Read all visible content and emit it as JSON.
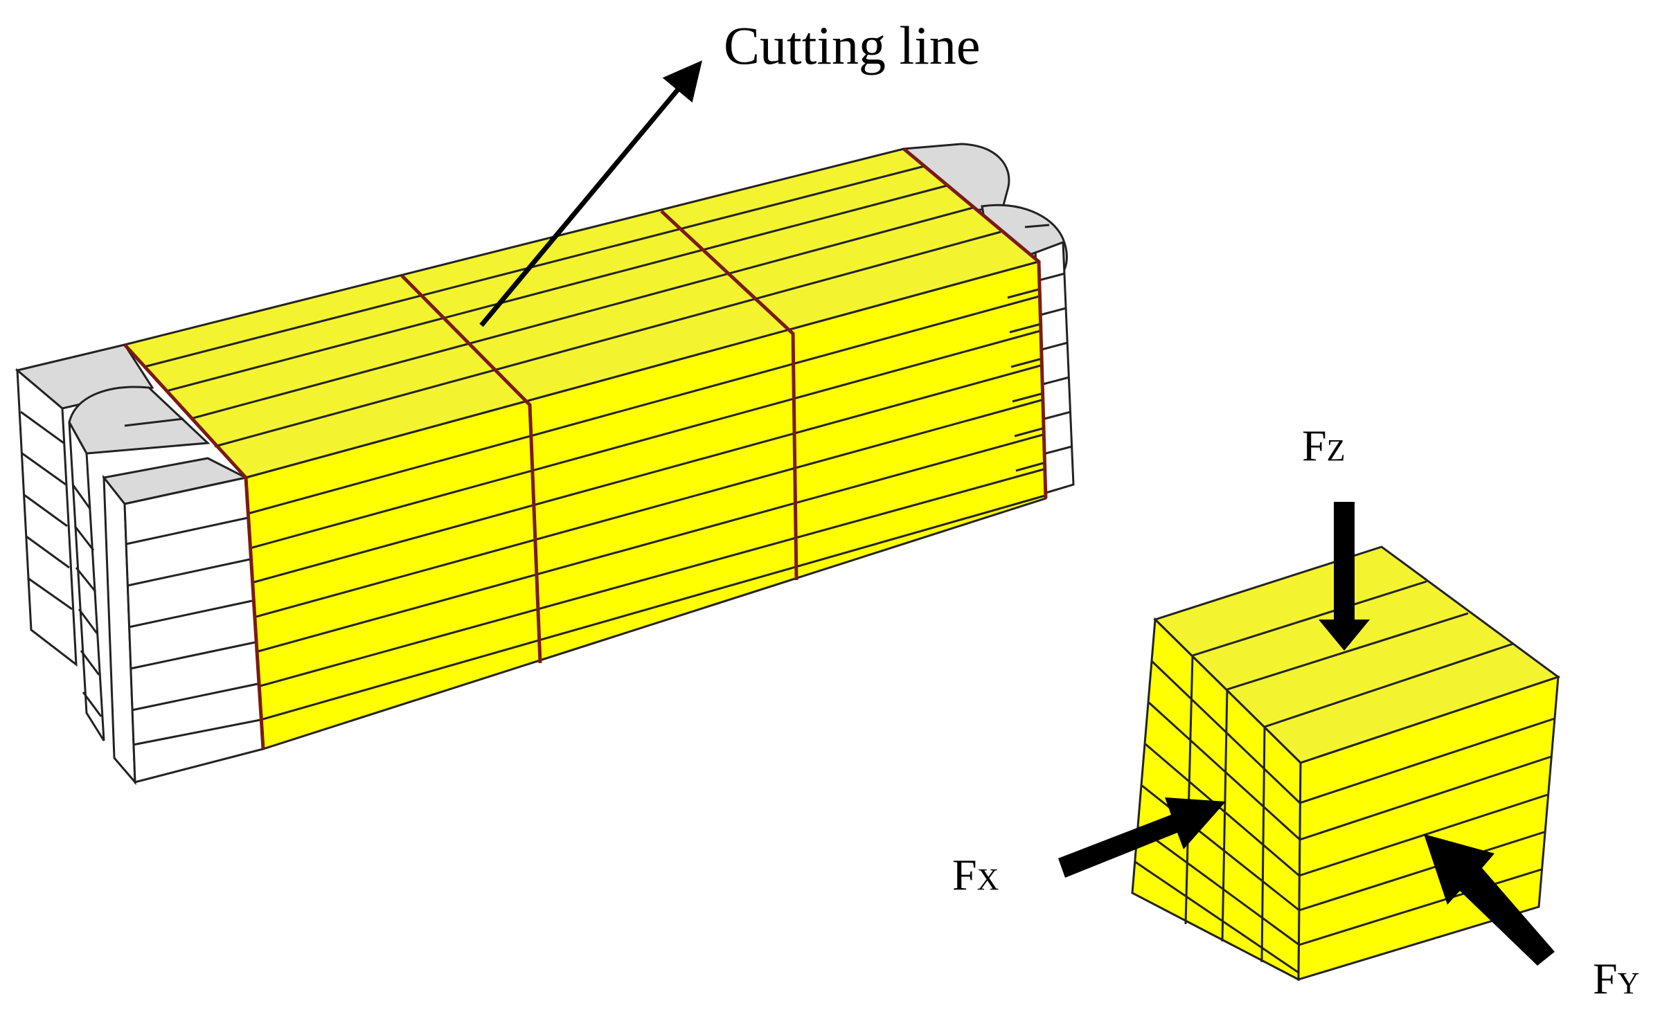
{
  "labels": {
    "cutting_line": "Cutting line",
    "fz": {
      "main": "F",
      "sub": "Z"
    },
    "fx": {
      "main": "F",
      "sub": "X"
    },
    "fy": {
      "main": "F",
      "sub": "Y"
    }
  },
  "colors": {
    "yellow_front": "#FFFF00",
    "yellow_top": "#F3F330",
    "white_face": "#FFFFFF",
    "grey_top": "#DADADA",
    "line": "#222222",
    "cut_line": "#7A1B12",
    "arrow": "#000000"
  }
}
